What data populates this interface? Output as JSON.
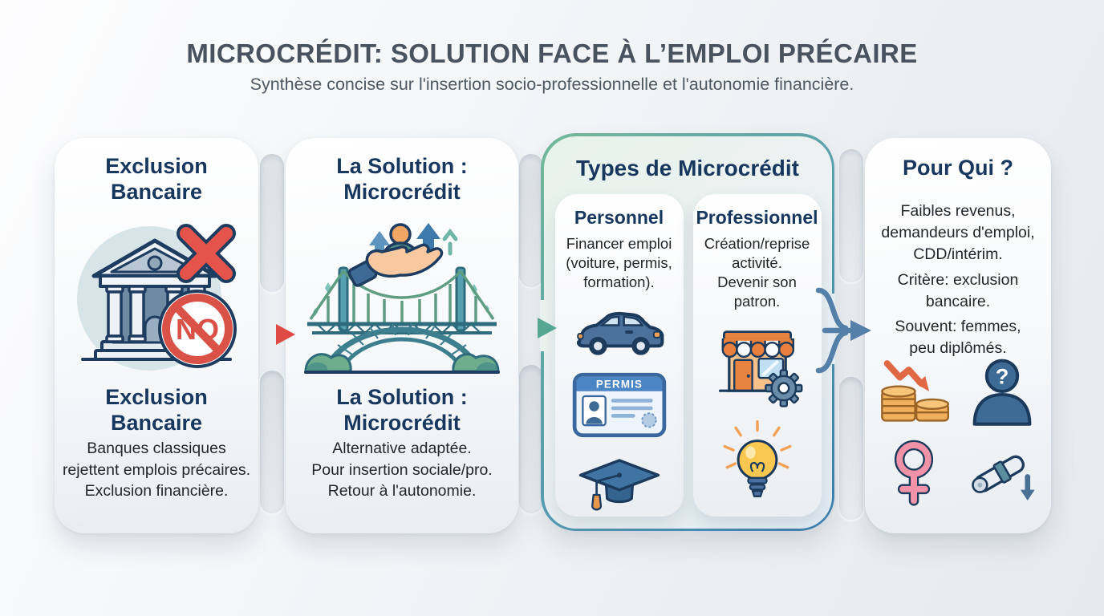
{
  "header": {
    "title": "MICROCRÉDIT: SOLUTION FACE À L’EMPLOI PRÉCAIRE",
    "subtitle": "Synthèse concise sur l'insertion socio-professionnelle et l'autonomie financière."
  },
  "exclusion": {
    "heading": [
      "Exclusion",
      "Bancaire"
    ],
    "no_badge": "NO",
    "body": [
      "Banques classiques",
      "rejettent emplois précaires.",
      "Exclusion financière."
    ]
  },
  "solution": {
    "heading": [
      "La Solution :",
      "Microcrédit"
    ],
    "body": [
      "Alternative adaptée.",
      "Pour insertion sociale/pro.",
      "Retour à l'autonomie."
    ]
  },
  "types": {
    "heading": "Types de Microcrédit",
    "personnel": {
      "title": "Personnel",
      "body": [
        "Financer emploi",
        "(voiture, permis,",
        "formation)."
      ],
      "permis_label": "PERMIS"
    },
    "professionnel": {
      "title": "Professionnel",
      "body": [
        "Création/reprise",
        "activité.",
        "Devenir son",
        "patron."
      ]
    }
  },
  "pour_qui": {
    "heading": "Pour Qui ?",
    "paragraphs": [
      [
        "Faibles revenus,",
        "demandeurs d'emploi,",
        "CDD/intérim."
      ],
      [
        "Critère: exclusion",
        "bancaire."
      ],
      [
        "Souvent: femmes,",
        "peu diplômés."
      ]
    ],
    "question_mark": "?"
  },
  "colors": {
    "accent_red": "#e04a44",
    "accent_teal": "#55a794",
    "accent_blue": "#537fa8",
    "heading_navy": "#17375f",
    "border_green": "#74b899",
    "border_blue": "#3f7fae"
  }
}
